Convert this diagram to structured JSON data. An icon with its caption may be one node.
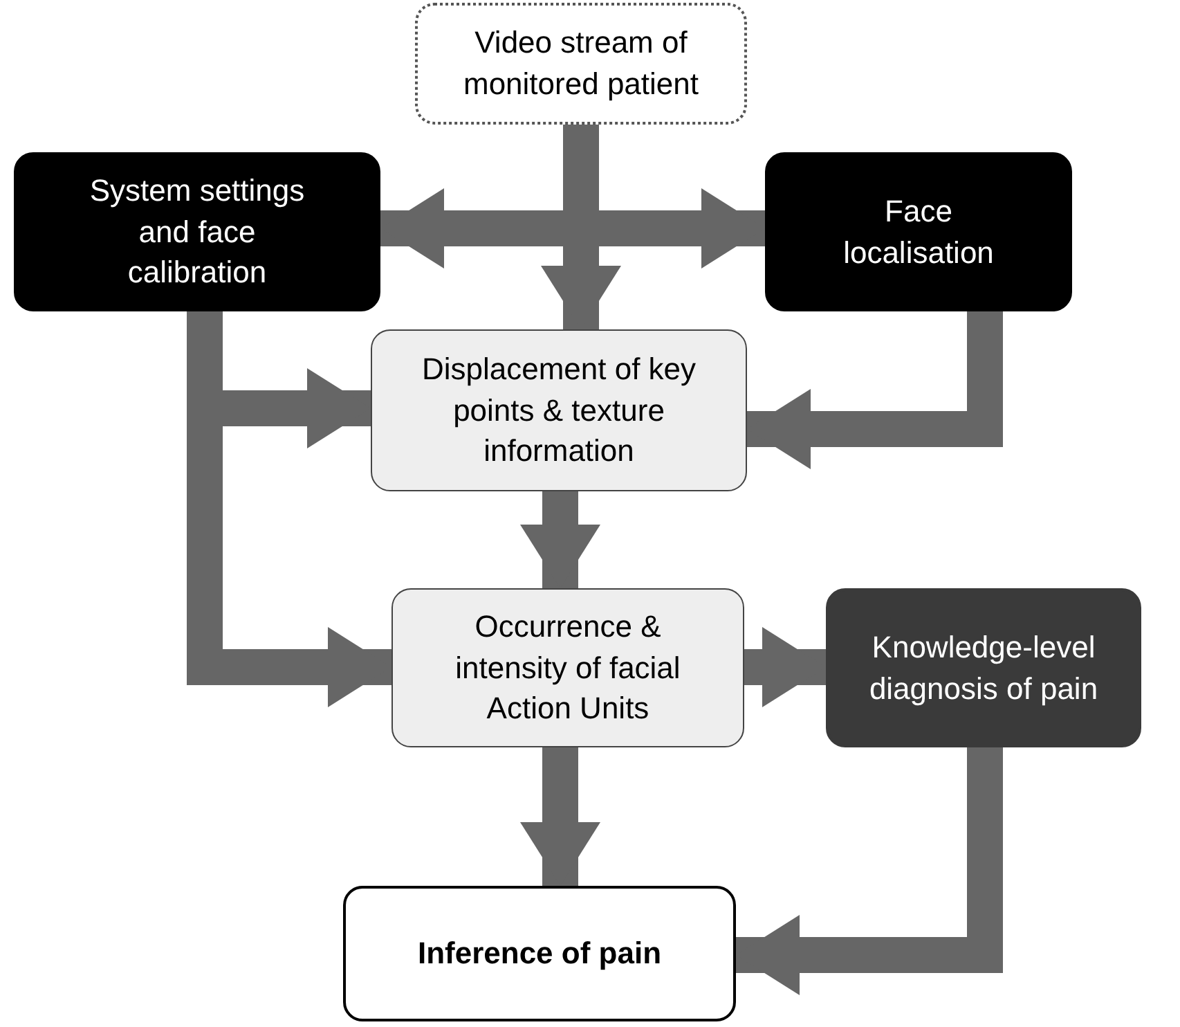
{
  "diagram": {
    "nodes": [
      {
        "text": [
          "Video stream of monitored patient"
        ]
      },
      {
        "text": [
          "System settings and face calibration"
        ]
      },
      {
        "text": [
          "Face localisation"
        ]
      },
      {
        "text": [
          "Displacement of key points & texture information"
        ]
      },
      {
        "text": [
          "Occurrence & intensity of facial Action Units"
        ]
      },
      {
        "text": [
          "Knowledge-level diagnosis of pain"
        ]
      },
      {
        "text": [
          "Inference of pain"
        ]
      }
    ],
    "edges": [
      {
        "from": 0,
        "to": 1,
        "arrow": "to"
      },
      {
        "from": 0,
        "to": 2,
        "arrow": "to"
      },
      {
        "from": 0,
        "to": 3,
        "arrow": "to"
      },
      {
        "from": 1,
        "to": 3,
        "arrow": "to"
      },
      {
        "from": 1,
        "to": 4,
        "arrow": "to"
      },
      {
        "from": 2,
        "to": 3,
        "arrow": "to"
      },
      {
        "from": 3,
        "to": 4,
        "arrow": "to"
      },
      {
        "from": 4,
        "to": 5,
        "arrow": "to"
      },
      {
        "from": 4,
        "to": 6,
        "arrow": "to"
      },
      {
        "from": 5,
        "to": 6,
        "arrow": "to"
      }
    ]
  }
}
